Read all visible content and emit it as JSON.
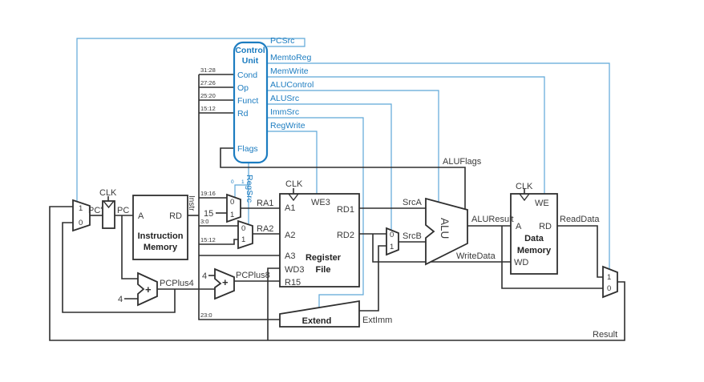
{
  "colors": {
    "control_blue": "#1c7cc0",
    "signal_wire_blue": "#5ea7d8",
    "wire_black": "#2f2f2f",
    "background": "#ffffff"
  },
  "common": {
    "clk": "CLK",
    "zero": "0",
    "one": "1",
    "four": "4",
    "plus": "+"
  },
  "control_unit": {
    "title_line1": "Control",
    "title_line2": "Unit",
    "input_bits": [
      "31:28",
      "27:26",
      "25:20",
      "15:12"
    ],
    "inputs": [
      "Cond",
      "Op",
      "Funct",
      "Rd"
    ],
    "flags_label": "Flags",
    "outputs": [
      "PCSrc",
      "MemtoReg",
      "MemWrite",
      "ALUControl",
      "ALUSrc",
      "ImmSrc",
      "RegWrite"
    ],
    "regsrc_label": "RegSrc",
    "regsrc_bits": [
      "0",
      "1"
    ]
  },
  "fetch": {
    "pc_next_label": "PC'",
    "pc_label": "PC",
    "pcplus4_label": "PCPlus4",
    "pcplus8_label": "PCPlus8"
  },
  "instruction_memory": {
    "port_a": "A",
    "port_rd": "RD",
    "title_line1": "Instruction",
    "title_line2": "Memory",
    "output_label": "Instr"
  },
  "register_file": {
    "tap_bits": [
      "19:16",
      "3:0",
      "15:12"
    ],
    "const_15": "15",
    "ra1_label": "RA1",
    "ra2_label": "RA2",
    "we3": "WE3",
    "a1": "A1",
    "a2": "A2",
    "a3": "A3",
    "wd3": "WD3",
    "r15": "R15",
    "rd1": "RD1",
    "rd2": "RD2",
    "title_line1": "Register",
    "title_line2": "File"
  },
  "extend_unit": {
    "input_bits": "23:0",
    "title": "Extend",
    "output_label": "ExtImm"
  },
  "alu": {
    "srca_label": "SrcA",
    "srcb_label": "SrcB",
    "label": "ALU",
    "result_label": "ALUResult",
    "flags_label": "ALUFlags"
  },
  "data_memory": {
    "we": "WE",
    "a": "A",
    "rd": "RD",
    "wd": "WD",
    "title_line1": "Data",
    "title_line2": "Memory",
    "readdata_label": "ReadData",
    "writedata_label": "WriteData"
  },
  "writeback": {
    "result_label": "Result"
  }
}
